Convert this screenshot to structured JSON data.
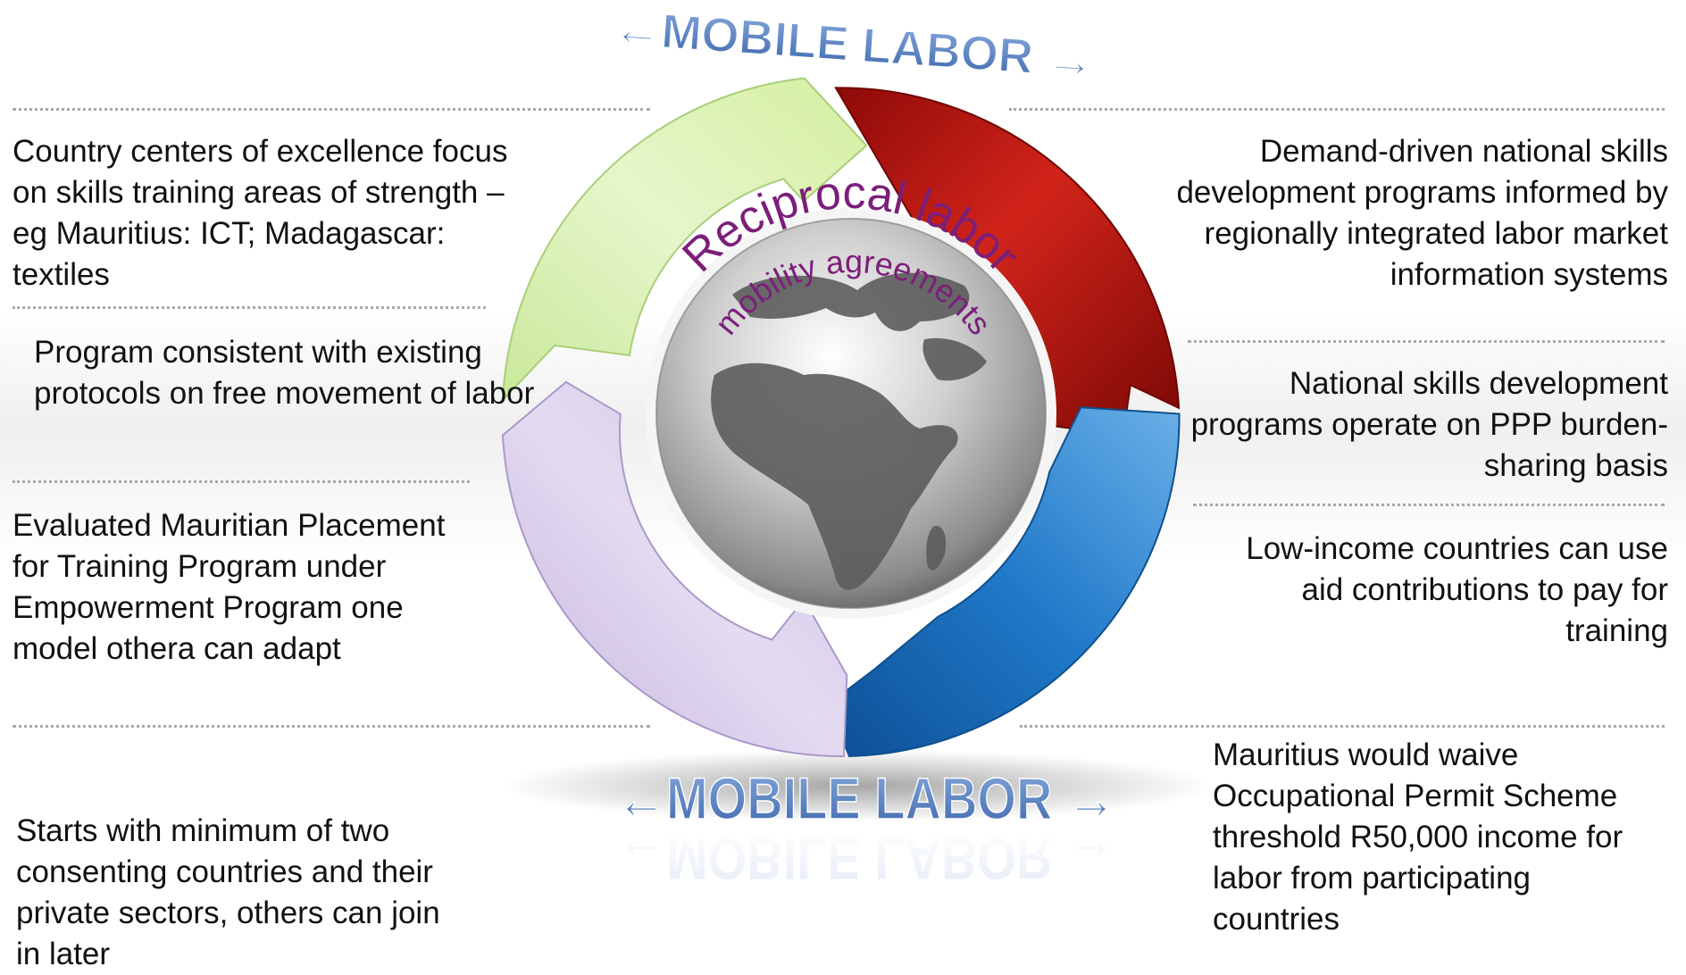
{
  "banner_top": "←MOBILE LABOR →",
  "banner_bottom": "←MOBILE LABOR →",
  "center_title_line1": "Reciprocal labor",
  "center_title_line2": "mobility agreements",
  "left_texts": [
    "Country centers of excellence focus on skills training areas of strength – eg Mauritius: ICT; Madagascar: textiles",
    "Program consistent with existing protocols on free movement of labor",
    "Evaluated Mauritian Placement for Training Program under Empowerment Program one model othera can adapt",
    "Starts with minimum of two consenting countries and their private sectors, others can join in later"
  ],
  "right_texts": [
    "Demand-driven national skills development programs informed by regionally integrated labor market information systems",
    "National skills development programs operate on PPP burden-sharing basis",
    "Low-income countries can use aid contributions to pay for training",
    "Mauritius would waive Occupational Permit Scheme threshold  R50,000 income for labor from participating countries"
  ],
  "colors": {
    "arrow_red": "#b3120a",
    "arrow_blue": "#1f78c8",
    "arrow_purple": "#d8cdea",
    "arrow_green": "#dcf0b4",
    "center_text": "#7b1f7a",
    "banner_blue": "#5b84c4"
  }
}
